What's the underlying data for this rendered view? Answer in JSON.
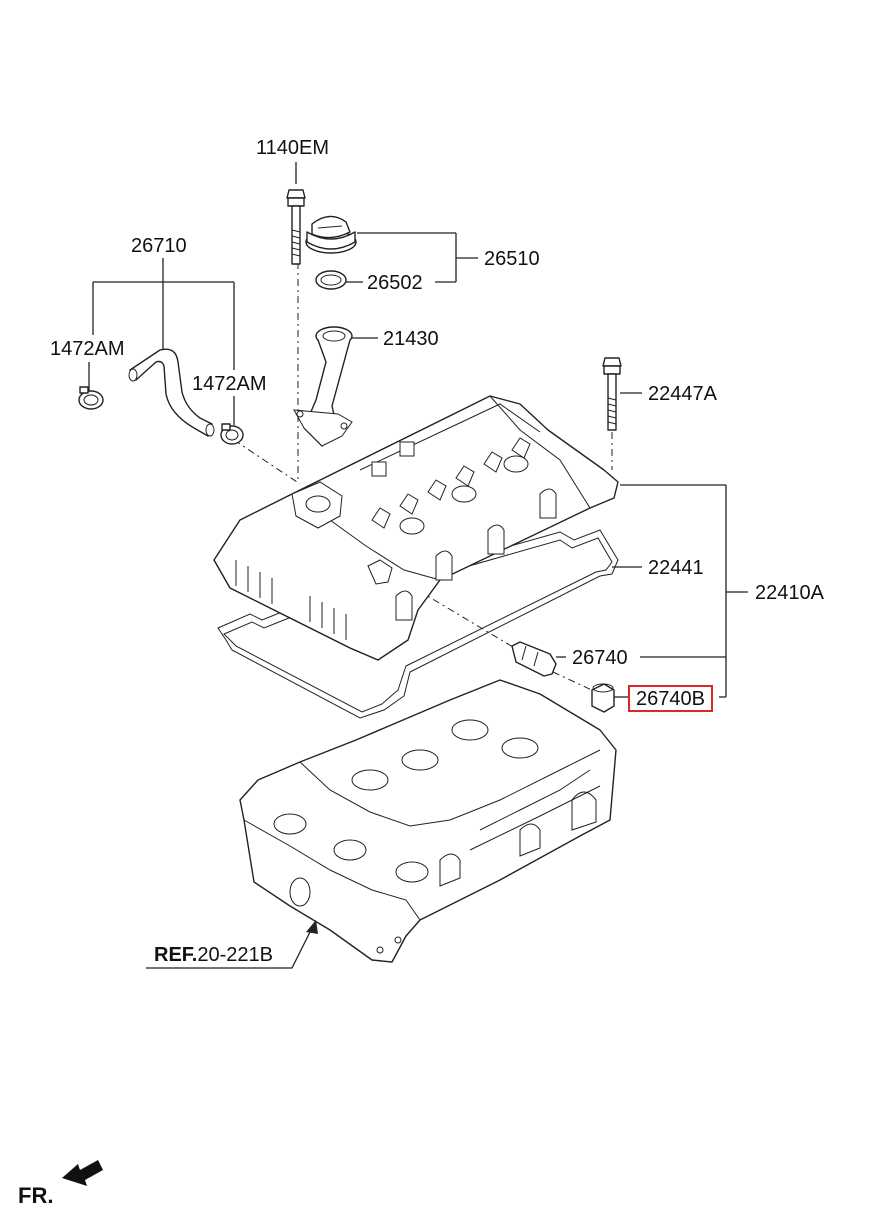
{
  "labels": {
    "p1140EM": "1140EM",
    "p26710": "26710",
    "p26510": "26510",
    "p26502": "26502",
    "p21430": "21430",
    "p1472AM_left": "1472AM",
    "p1472AM_right": "1472AM",
    "p22447A": "22447A",
    "p22441": "22441",
    "p22410A": "22410A",
    "p26740": "26740",
    "p26740B": "26740B"
  },
  "reference": {
    "prefix": "REF.",
    "code": "20-221B"
  },
  "direction": {
    "label": "FR."
  },
  "colors": {
    "highlight": "#e0262b",
    "line": "#222222"
  }
}
